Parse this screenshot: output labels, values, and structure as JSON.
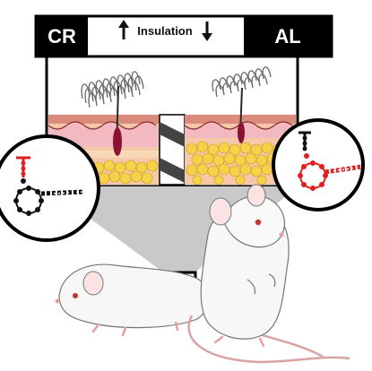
{
  "figure": {
    "left_group_label": "CR",
    "right_group_label": "AL",
    "insulation_label": "Insulation",
    "icons": {
      "up_arrow": "arrow-up-icon",
      "down_arrow": "arrow-down-icon"
    },
    "colors": {
      "header_fill": "#000000",
      "insulation_text": "#111111",
      "skin_pink": "#f3b9c0",
      "fat_yellow": "#f6d24a",
      "hair_gray": "#6e6e6e",
      "follicle_red": "#8a1235",
      "strand_red": "#e02020",
      "strand_black": "#111111",
      "mouse_eye": "#c0392b"
    }
  }
}
